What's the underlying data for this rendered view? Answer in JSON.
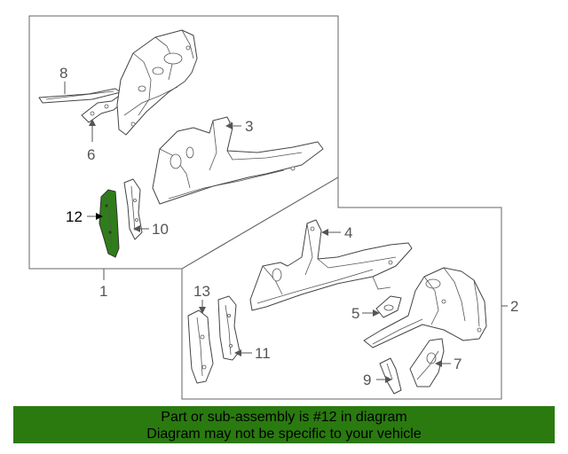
{
  "callouts": {
    "c1": "1",
    "c2": "2",
    "c3": "3",
    "c4": "4",
    "c5": "5",
    "c6": "6",
    "c7": "7",
    "c8": "8",
    "c9": "9",
    "c10": "10",
    "c11": "11",
    "c12": "12",
    "c13": "13"
  },
  "highlight": {
    "part_number": "12",
    "color": "#2f7d1a"
  },
  "banner": {
    "line1": "Part or sub-assembly is #12 in diagram",
    "line2": "Diagram may not be specific to your vehicle",
    "background": "#2a7a10"
  }
}
